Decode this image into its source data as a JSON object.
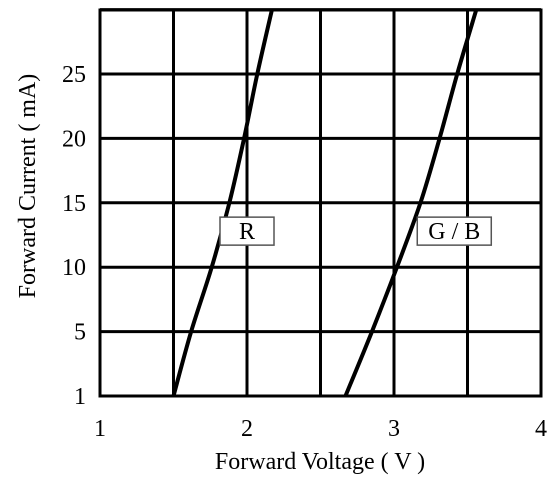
{
  "chart_data": {
    "type": "line",
    "xlabel": "Forward Voltage ( V )",
    "ylabel": "Forward Current ( mA)",
    "xlim": [
      1,
      4
    ],
    "ylim": [
      1,
      30
    ],
    "xticks": [
      1,
      2,
      3,
      4
    ],
    "yticks": [
      1,
      5,
      10,
      15,
      20,
      25
    ],
    "grid": true,
    "series": [
      {
        "name": "R",
        "points": [
          [
            1.5,
            1
          ],
          [
            1.62,
            5
          ],
          [
            1.76,
            10
          ],
          [
            1.88,
            15
          ],
          [
            1.98,
            20
          ],
          [
            2.07,
            25
          ],
          [
            2.17,
            30
          ]
        ]
      },
      {
        "name": "G / B",
        "points": [
          [
            2.67,
            1
          ],
          [
            2.85,
            5
          ],
          [
            3.02,
            10
          ],
          [
            3.18,
            15
          ],
          [
            3.31,
            20
          ],
          [
            3.43,
            25
          ],
          [
            3.56,
            30
          ]
        ]
      }
    ],
    "annotations": [
      {
        "text": "R",
        "x": 2.0,
        "y": 12.8
      },
      {
        "text": "G / B",
        "x": 3.41,
        "y": 12.8
      }
    ],
    "line_color": "#000000"
  }
}
